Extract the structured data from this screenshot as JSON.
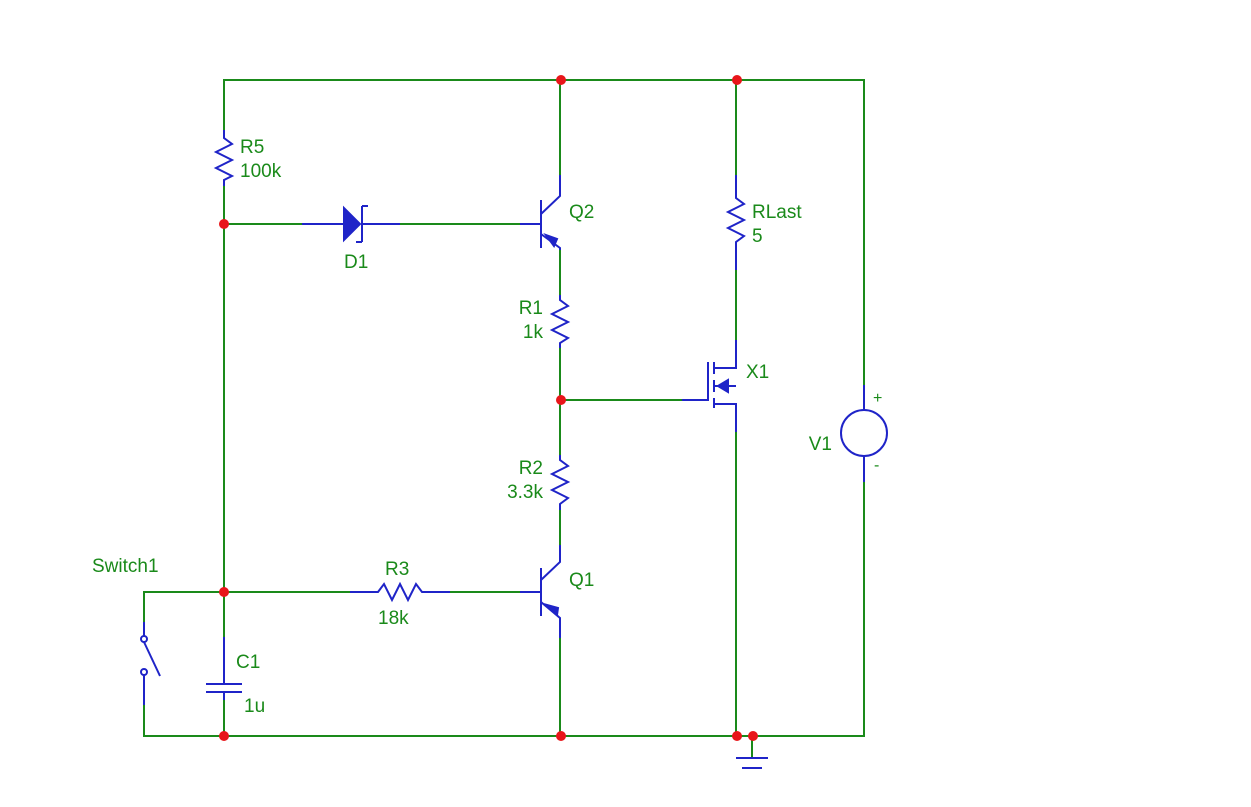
{
  "colors": {
    "wire": "#1a8a1a",
    "component": "#1f24c8",
    "node": "#e8161a",
    "label": "#1a8a1a",
    "background": "#ffffff"
  },
  "components": {
    "R5": {
      "name": "R5",
      "value": "100k"
    },
    "D1": {
      "name": "D1"
    },
    "Q2": {
      "name": "Q2"
    },
    "R1": {
      "name": "R1",
      "value": "1k"
    },
    "RLast": {
      "name": "RLast",
      "value": "5"
    },
    "X1": {
      "name": "X1"
    },
    "V1": {
      "name": "V1",
      "plus": "+",
      "minus": "-"
    },
    "R2": {
      "name": "R2",
      "value": "3.3k"
    },
    "Switch1": {
      "name": "Switch1"
    },
    "R3": {
      "name": "R3",
      "value": "18k"
    },
    "Q1": {
      "name": "Q1"
    },
    "C1": {
      "name": "C1",
      "value": "1u"
    }
  }
}
